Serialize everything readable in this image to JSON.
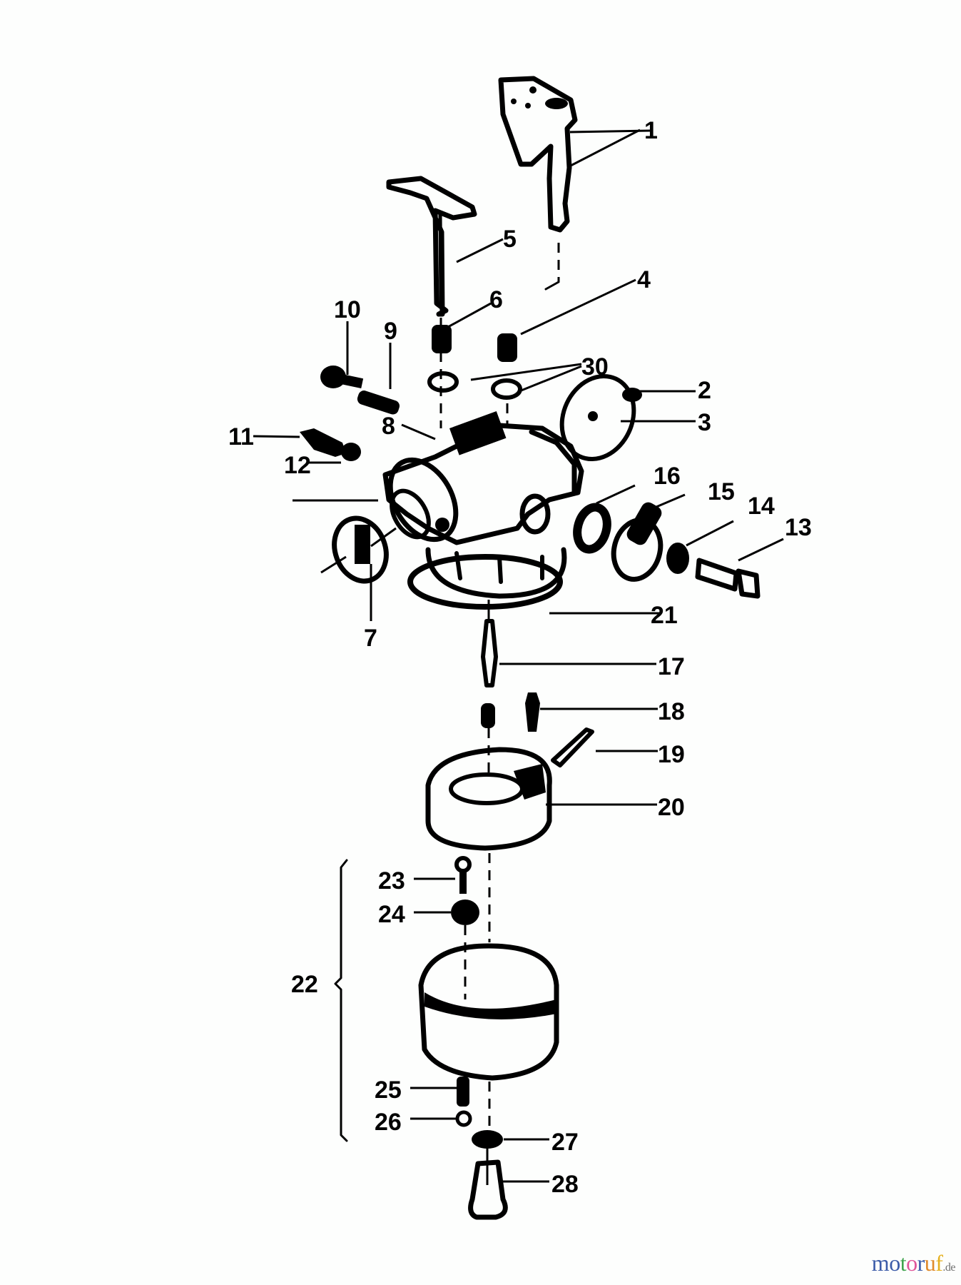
{
  "diagram": {
    "type": "exploded-parts-view",
    "subject": "carburetor",
    "callouts": [
      {
        "id": "1",
        "label": "1"
      },
      {
        "id": "2",
        "label": "2"
      },
      {
        "id": "3",
        "label": "3"
      },
      {
        "id": "4",
        "label": "4"
      },
      {
        "id": "5",
        "label": "5"
      },
      {
        "id": "6",
        "label": "6"
      },
      {
        "id": "7",
        "label": "7"
      },
      {
        "id": "8",
        "label": "8"
      },
      {
        "id": "9",
        "label": "9"
      },
      {
        "id": "10",
        "label": "10"
      },
      {
        "id": "11",
        "label": "11"
      },
      {
        "id": "12",
        "label": "12"
      },
      {
        "id": "13",
        "label": "13"
      },
      {
        "id": "14",
        "label": "14"
      },
      {
        "id": "15",
        "label": "15"
      },
      {
        "id": "16",
        "label": "16"
      },
      {
        "id": "17",
        "label": "17"
      },
      {
        "id": "18",
        "label": "18"
      },
      {
        "id": "19",
        "label": "19"
      },
      {
        "id": "20",
        "label": "20"
      },
      {
        "id": "21",
        "label": "21"
      },
      {
        "id": "22",
        "label": "22"
      },
      {
        "id": "23",
        "label": "23"
      },
      {
        "id": "24",
        "label": "24"
      },
      {
        "id": "25",
        "label": "25"
      },
      {
        "id": "26",
        "label": "26"
      },
      {
        "id": "27",
        "label": "27"
      },
      {
        "id": "28",
        "label": "28"
      },
      {
        "id": "30",
        "label": "30"
      }
    ],
    "group_bracket": {
      "label": "22",
      "covers": [
        "23",
        "24",
        "25",
        "26"
      ]
    }
  },
  "watermark": {
    "letters": [
      {
        "char": "m",
        "color": "#3b5ba8"
      },
      {
        "char": "o",
        "color": "#3b5ba8"
      },
      {
        "char": "t",
        "color": "#3fa34d"
      },
      {
        "char": "o",
        "color": "#e0569a"
      },
      {
        "char": "r",
        "color": "#3b5ba8"
      },
      {
        "char": "u",
        "color": "#e08a2a"
      },
      {
        "char": "f",
        "color": "#e5b020"
      }
    ],
    "suffix": ".de"
  }
}
